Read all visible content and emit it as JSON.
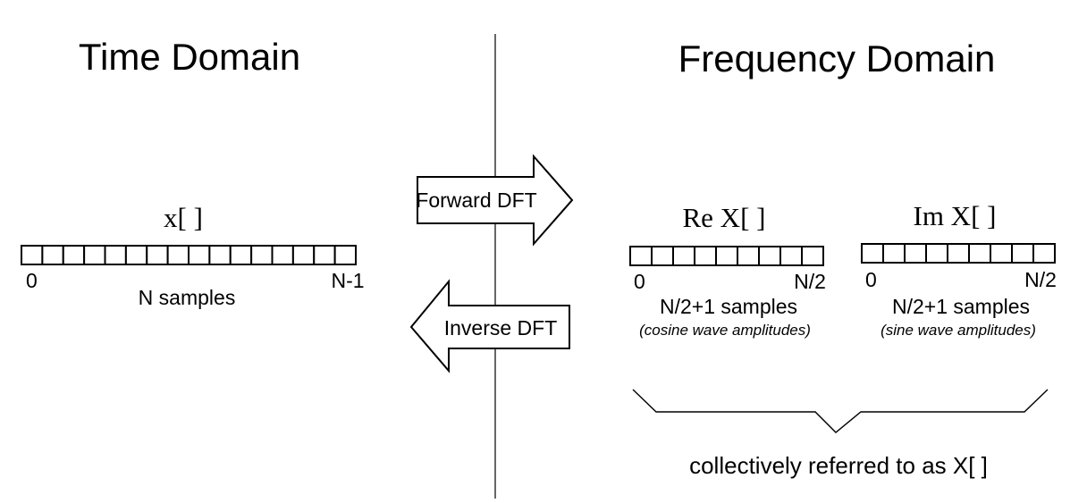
{
  "time_domain": {
    "heading": "Time Domain",
    "signal_label": "x[  ]",
    "start_index": "0",
    "end_index": "N-1",
    "sample_count_label": "N samples",
    "cell_count": 16
  },
  "frequency_domain": {
    "heading": "Frequency Domain",
    "real": {
      "signal_label": "Re X[  ]",
      "start_index": "0",
      "end_index": "N/2",
      "sample_count_label": "N/2+1 samples",
      "description": "(cosine wave amplitudes)",
      "cell_count": 9
    },
    "imaginary": {
      "signal_label": "Im X[  ]",
      "start_index": "0",
      "end_index": "N/2",
      "sample_count_label": "N/2+1 samples",
      "description": "(sine wave amplitudes)",
      "cell_count": 9
    },
    "collective_label": "collectively referred to as X[  ]"
  },
  "arrows": {
    "forward_label": "Forward DFT",
    "inverse_label": "Inverse DFT"
  }
}
